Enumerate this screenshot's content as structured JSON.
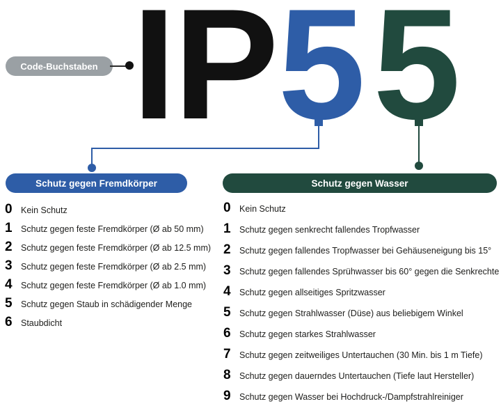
{
  "colors": {
    "blue": "#2e5da7",
    "green": "#214a3e",
    "gray": "#9aa0a4",
    "ink": "#111111"
  },
  "code": {
    "letters": "IP",
    "first_digit": "5",
    "second_digit": "5",
    "label": "Code-Buchstaben"
  },
  "solid_protection": {
    "title": "Schutz gegen Fremdkörper",
    "items": [
      {
        "num": "0",
        "label": "Kein Schutz"
      },
      {
        "num": "1",
        "label": "Schutz gegen feste Fremdkörper (Ø ab 50 mm)"
      },
      {
        "num": "2",
        "label": "Schutz gegen feste Fremdkörper (Ø ab 12.5 mm)"
      },
      {
        "num": "3",
        "label": "Schutz gegen feste Fremdkörper (Ø ab 2.5 mm)"
      },
      {
        "num": "4",
        "label": "Schutz gegen feste Fremdkörper (Ø ab 1.0 mm)"
      },
      {
        "num": "5",
        "label": "Schutz gegen Staub in schädigender Menge"
      },
      {
        "num": "6",
        "label": "Staubdicht"
      }
    ]
  },
  "water_protection": {
    "title": "Schutz gegen Wasser",
    "items": [
      {
        "num": "0",
        "label": "Kein Schutz"
      },
      {
        "num": "1",
        "label": "Schutz gegen senkrecht fallendes Tropfwasser"
      },
      {
        "num": "2",
        "label": "Schutz gegen fallendes Tropfwasser bei Gehäuseneigung bis 15°"
      },
      {
        "num": "3",
        "label": "Schutz gegen fallendes Sprühwasser bis 60° gegen die Senkrechte"
      },
      {
        "num": "4",
        "label": "Schutz gegen allseitiges Spritzwasser"
      },
      {
        "num": "5",
        "label": "Schutz gegen Strahlwasser (Düse) aus beliebigem Winkel"
      },
      {
        "num": "6",
        "label": "Schutz gegen starkes Strahlwasser"
      },
      {
        "num": "7",
        "label": "Schutz gegen zeitweiliges Untertauchen (30 Min. bis 1 m Tiefe)"
      },
      {
        "num": "8",
        "label": "Schutz gegen dauerndes Untertauchen (Tiefe laut Hersteller)"
      },
      {
        "num": "9",
        "label": "Schutz gegen Wasser bei Hochdruck-/Dampfstrahlreiniger"
      }
    ]
  }
}
